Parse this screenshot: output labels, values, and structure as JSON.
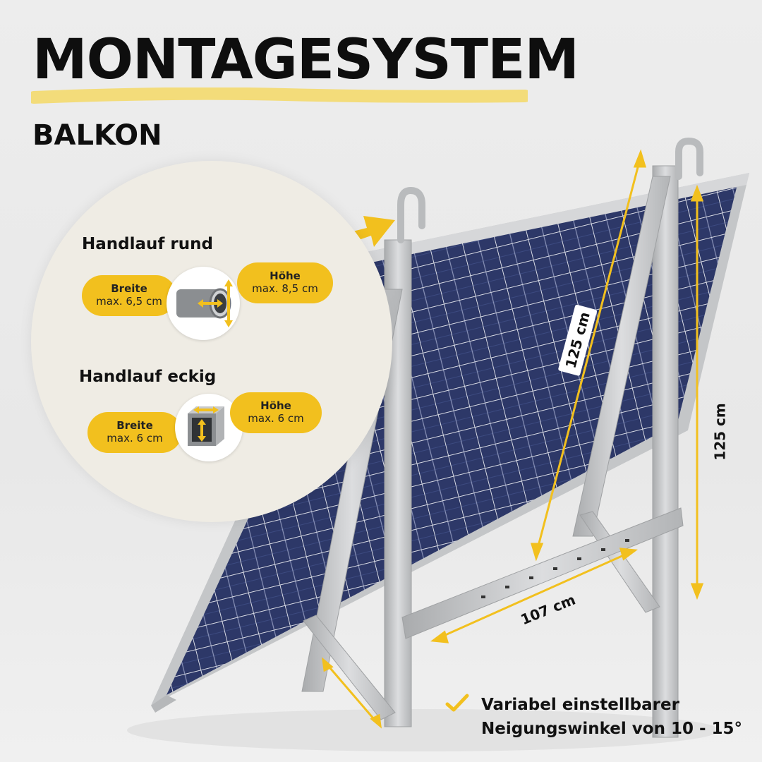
{
  "header": {
    "title": "MONTAGESYSTEM",
    "subtitle": "BALKON"
  },
  "colors": {
    "accent": "#f2c01e",
    "highlight": "#f3dc7a",
    "panel": "#1f2a55",
    "frame": "#c9cbcd",
    "text": "#0e0e0e"
  },
  "handlauf_rund": {
    "title": "Handlauf rund",
    "breite_label": "Breite",
    "breite_value": "max. 6,5 cm",
    "hoehe_label": "Höhe",
    "hoehe_value": "max. 8,5 cm",
    "icon": "round-pipe-icon"
  },
  "handlauf_eckig": {
    "title": "Handlauf eckig",
    "breite_label": "Breite",
    "breite_value": "max. 6 cm",
    "hoehe_label": "Höhe",
    "hoehe_value": "max. 6 cm",
    "icon": "square-pipe-icon"
  },
  "dimensions": {
    "panel_height": "125 cm",
    "stand_height": "125 cm",
    "stand_width": "107 cm"
  },
  "feature": {
    "icon": "checkmark-icon",
    "line1": "Variabel einstellbarer",
    "line2": "Neigungswinkel von 10 - 15°"
  }
}
